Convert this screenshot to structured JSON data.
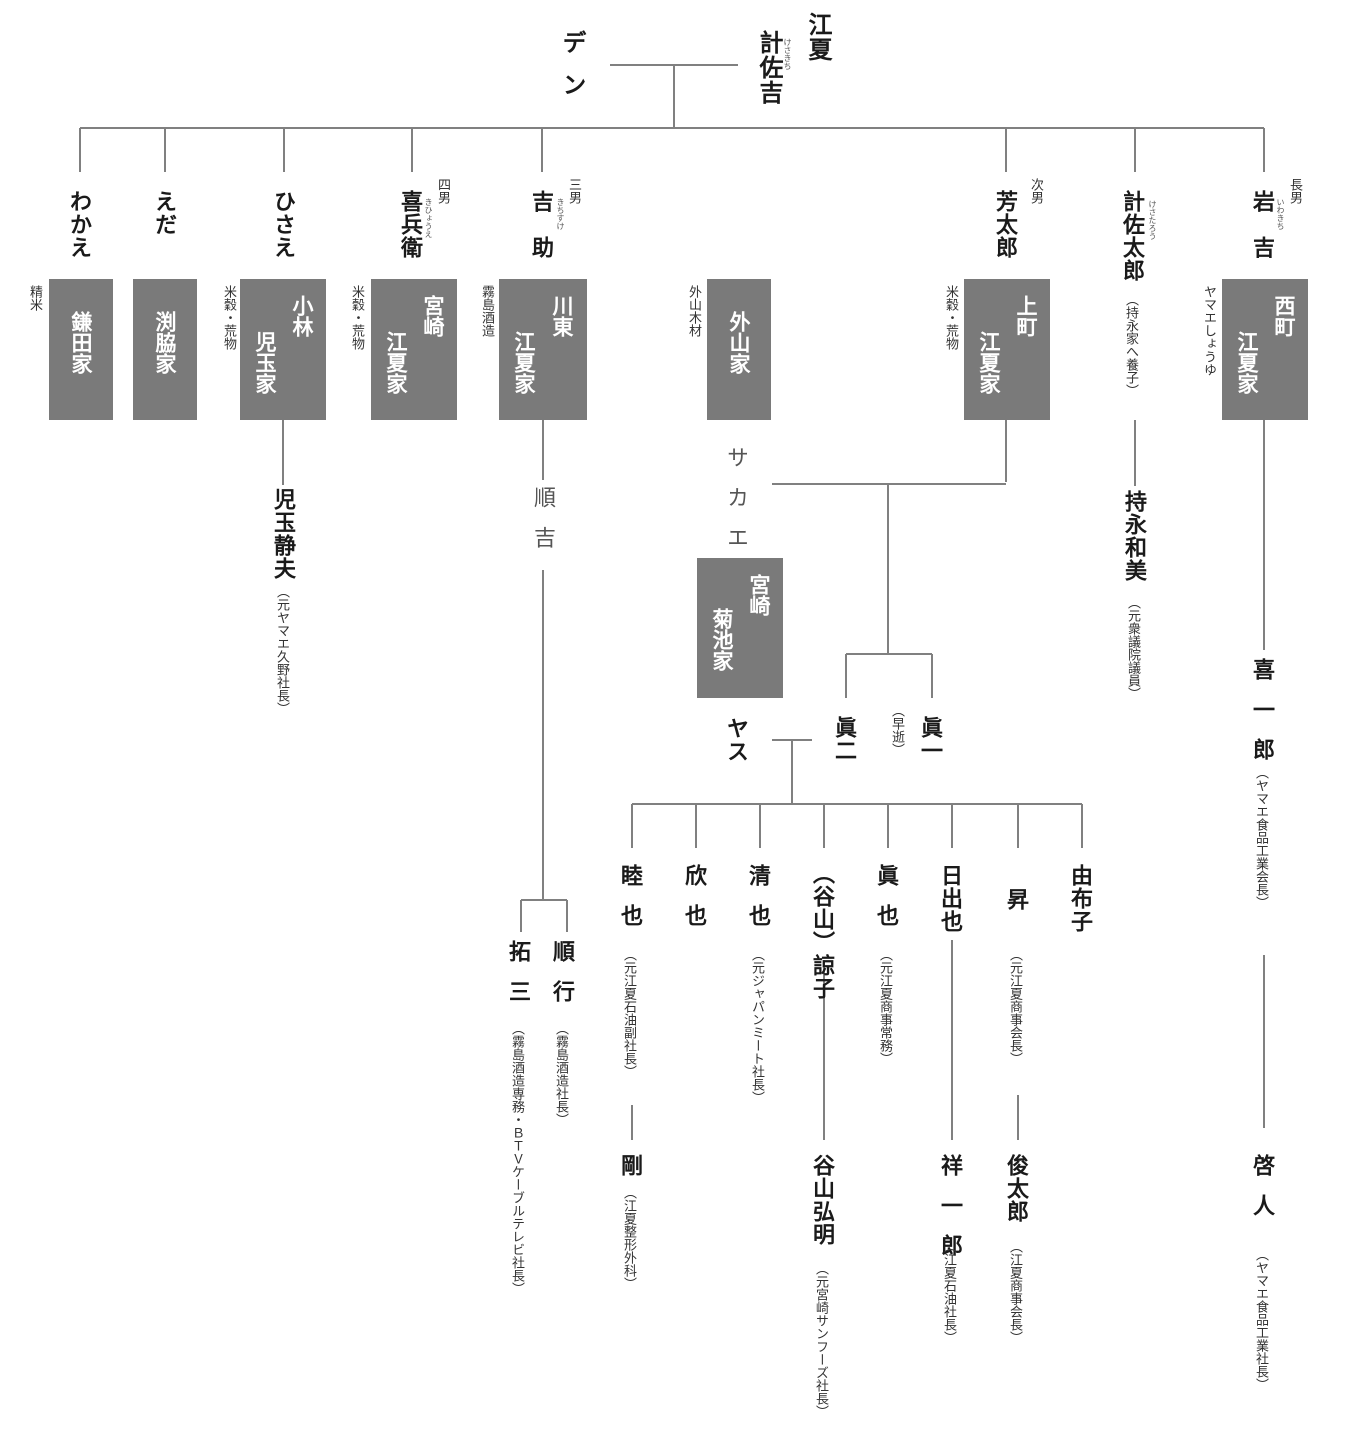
{
  "colors": {
    "line": "#808080",
    "box": "#7a7a7a",
    "box_text": "#ffffff",
    "text": "#1a1a1a"
  },
  "people": {
    "kesakichi_surname": "江夏",
    "kesakichi": "計佐吉",
    "kesakichi_ruby": "けさきち",
    "den": "デン",
    "wakae": "わかえ",
    "eda": "えだ",
    "hisae": "ひさえ",
    "kihee": "喜兵衛",
    "kihee_rank": "四男",
    "kihee_ruby": "きひょうえ",
    "kichisuke": "吉　助",
    "kichisuke_rank": "三男",
    "kichisuke_ruby": "きちすけ",
    "yoshitaro": "芳太郎",
    "yoshitaro_rank": "次男",
    "kesataro": "計佐太郎",
    "kesataro_ruby": "けさたろう",
    "kesataro_note": "（持永家へ養子）",
    "iwakichi": "岩　吉",
    "iwakichi_rank": "長男",
    "iwakichi_ruby": "いわきち",
    "kodama": "児玉静夫",
    "kodama_note": "（元ヤマエ久野社長）",
    "junkichi": "順吉",
    "sakae": "サカエ",
    "mochinaga": "持永和美",
    "mochinaga_note": "（元衆議院議員）",
    "kiichiro": "喜一郎",
    "kiichiro_note": "（ヤマエ食品工業会長）",
    "yasu": "ヤス",
    "shinji": "眞二",
    "shinichi": "眞一",
    "shinichi_note": "（早逝）",
    "mutsuya": "睦也",
    "mutsuya_note": "（元江夏石油副社長）",
    "kinya": "欣也",
    "kiyoya": "清也",
    "kiyoya_note": "（元ジャパンミート社長）",
    "ryoko": "（谷山）諒子",
    "shinya": "眞也",
    "shinya_note": "（元江夏商事常務）",
    "hideya": "日出也",
    "noboru": "昇",
    "noboru_note": "（元江夏商事会長）",
    "yuko": "由布子",
    "takuzo": "拓三",
    "takuzo_note": "（霧島酒造専務・ＢＴＶケーブルテレビ社長）",
    "junko": "順行",
    "junko_note": "（霧島酒造社長）",
    "tsuyoshi": "剛",
    "tsuyoshi_note": "（江夏整形外科）",
    "taniyama": "谷山弘明",
    "taniyama_note": "（元宮崎サンフーズ社長）",
    "shoichiro": "祥一郎",
    "shoichiro_note": "（江夏石油社長）",
    "shuntaro": "俊太郎",
    "shuntaro_note": "（江夏商事会長）",
    "keito": "啓人",
    "keito_note": "（ヤマエ食品工業社長）"
  },
  "houses": {
    "kamada": "鎌田家",
    "kamada_biz": "精米",
    "fuchiwaki": "渕脇家",
    "kobayashi_1": "小林",
    "kobayashi_2": "児玉家",
    "kobayashi_biz": "米穀・荒物",
    "miyazaki_1": "宮崎",
    "miyazaki_2": "江夏家",
    "miyazaki_biz": "米穀・荒物",
    "kawahigashi_1": "川東",
    "kawahigashi_2": "江夏家",
    "kawahigashi_biz": "霧島酒造",
    "sotoyama": "外山家",
    "sotoyama_biz": "外山木材",
    "uemachi_1": "上町",
    "uemachi_2": "江夏家",
    "uemachi_biz": "米穀・荒物",
    "nishimachi_1": "西町",
    "nishimachi_2": "江夏家",
    "nishimachi_biz": "ヤマエしょうゆ",
    "kikuchi_1": "宮崎",
    "kikuchi_2": "菊池家"
  }
}
